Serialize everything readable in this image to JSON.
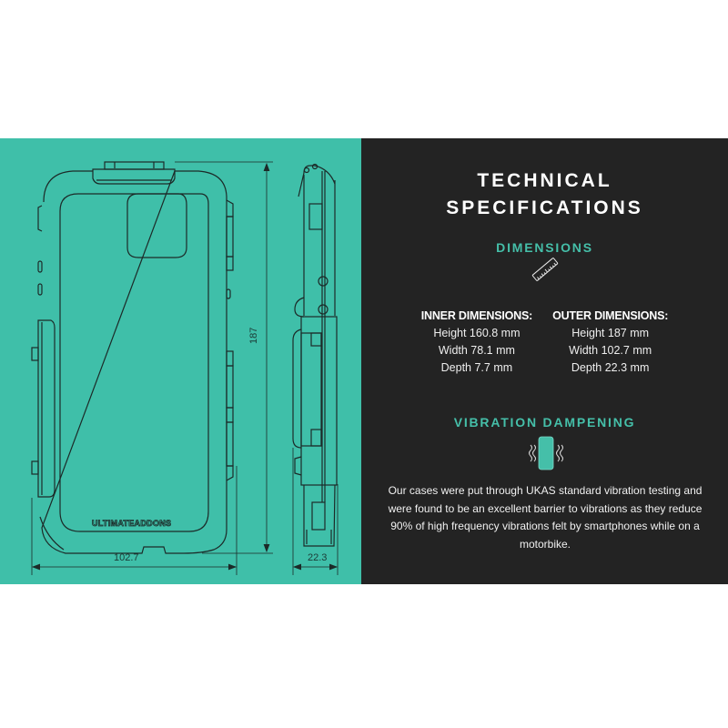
{
  "colors": {
    "teal_panel": "#3fbfa9",
    "dark_panel": "#232323",
    "accent_teal": "#45bfa9",
    "line_dark": "#1c3b36",
    "text_white": "#ffffff"
  },
  "drawing": {
    "brand_logo": "ULTIMATEADDONS",
    "dimension_width": "102.7",
    "dimension_depth": "22.3",
    "dimension_height": "187",
    "front_view_icon": "phone-case-front-drawing",
    "side_view_icon": "phone-case-side-drawing"
  },
  "specs": {
    "title_line1": "TECHNICAL",
    "title_line2": "SPECIFICATIONS",
    "dimensions": {
      "heading": "DIMENSIONS",
      "icon": "ruler-icon",
      "inner": {
        "heading": "INNER DIMENSIONS:",
        "lines": [
          "Height 160.8 mm",
          "Width 78.1 mm",
          "Depth 7.7 mm"
        ]
      },
      "outer": {
        "heading": "OUTER DIMENSIONS:",
        "lines": [
          "Height 187 mm",
          "Width 102.7 mm",
          "Depth 22.3 mm"
        ]
      }
    },
    "vibration": {
      "heading": "VIBRATION DAMPENING",
      "icon": "vibrating-phone-icon",
      "description": "Our cases were put through UKAS standard vibration testing and were found to be an excellent barrier to vibrations as they reduce 90% of high frequency vibrations felt by smartphones while on a motorbike."
    }
  }
}
